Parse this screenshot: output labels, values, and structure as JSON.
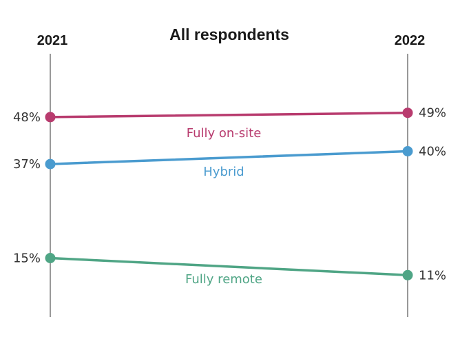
{
  "chart_data": {
    "type": "line",
    "title": "All respondents",
    "x": [
      "2021",
      "2022"
    ],
    "unit_suffix": "%",
    "ylim": [
      0,
      60
    ],
    "grid": false,
    "legend": "inline",
    "series": [
      {
        "name": "Fully on-site",
        "values": [
          48,
          49
        ],
        "color": "#b83b6e"
      },
      {
        "name": "Hybrid",
        "values": [
          37,
          40
        ],
        "color": "#4a9bcf"
      },
      {
        "name": "Fully remote",
        "values": [
          15,
          11
        ],
        "color": "#4fa585"
      }
    ]
  }
}
